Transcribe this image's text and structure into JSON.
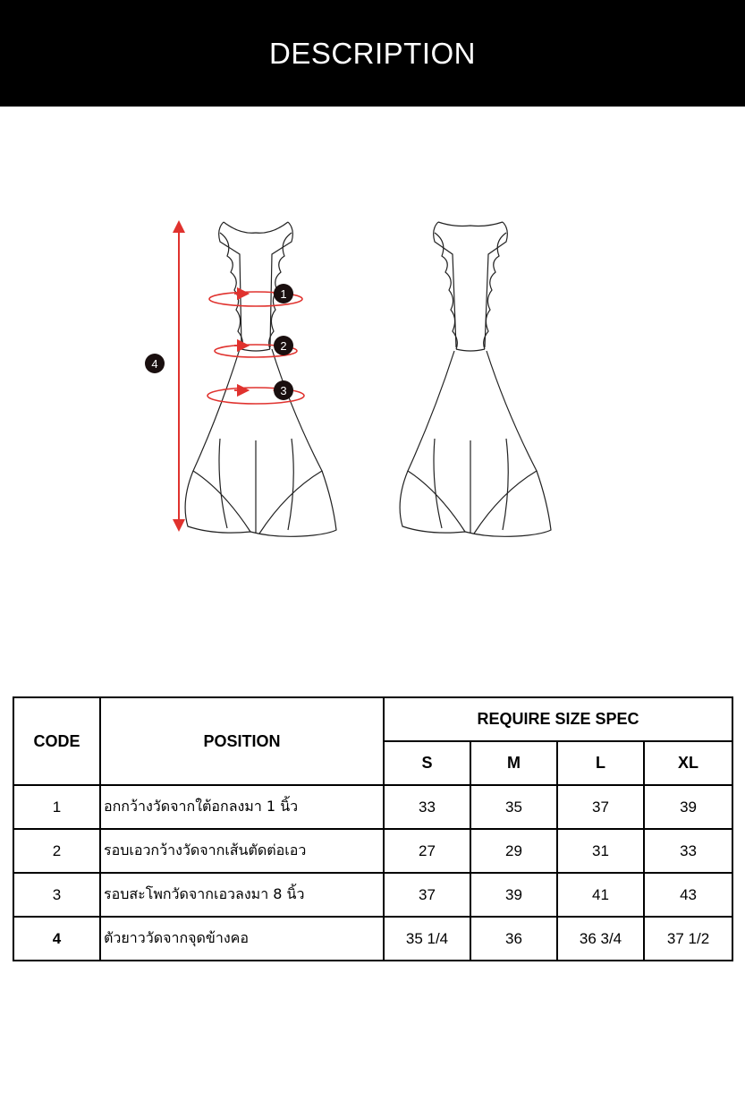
{
  "header": {
    "title": "DESCRIPTION"
  },
  "figure": {
    "markers": [
      "1",
      "2",
      "3",
      "4"
    ],
    "colors": {
      "measure": "#e0322e",
      "marker_fill": "#1a0f0f",
      "outline": "#222222"
    }
  },
  "table": {
    "code_header": "CODE",
    "position_header": "POSITION",
    "spec_header": "REQUIRE SIZE SPEC",
    "sizes": [
      "S",
      "M",
      "L",
      "XL"
    ],
    "rows": [
      {
        "code": "1",
        "position": "อกกว้างวัดจากใต้อกลงมา 1 นิ้ว",
        "values": [
          "33",
          "35",
          "37",
          "39"
        ]
      },
      {
        "code": "2",
        "position": "รอบเอวกว้างวัดจากเส้นตัดต่อเอว",
        "values": [
          "27",
          "29",
          "31",
          "33"
        ]
      },
      {
        "code": "3",
        "position": "รอบสะโพกวัดจากเอวลงมา 8 นิ้ว",
        "values": [
          "37",
          "39",
          "41",
          "43"
        ]
      },
      {
        "code": "4",
        "position": "ตัวยาววัดจากจุดข้างคอ",
        "values": [
          "35 1/4",
          "36",
          "36 3/4",
          "37 1/2"
        ]
      }
    ]
  }
}
